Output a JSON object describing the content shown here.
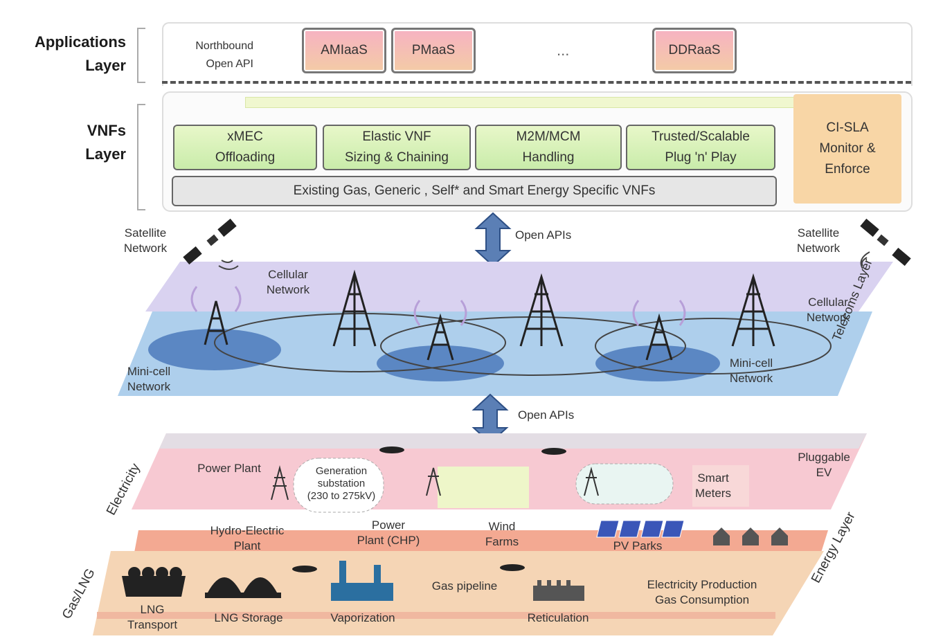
{
  "applications_layer": {
    "title_line1": "Applications",
    "title_line2": "Layer",
    "api_line1": "Northbound",
    "api_line2": "Open API",
    "services": [
      "AMIaaS",
      "PMaaS",
      "DDRaaS"
    ],
    "ellipsis": "..."
  },
  "vnfs_layer": {
    "title_line1": "VNFs",
    "title_line2": "Layer",
    "vnfs": [
      {
        "line1": "xMEC",
        "line2": "Offloading"
      },
      {
        "line1": "Elastic VNF",
        "line2": "Sizing & Chaining"
      },
      {
        "line1": "M2M/MCM",
        "line2": "Handling"
      },
      {
        "line1": "Trusted/Scalable",
        "line2": "Plug 'n' Play"
      }
    ],
    "bottom_bar": "Existing Gas, Generic , Self* and Smart Energy Specific VNFs",
    "sla_line1": "CI-SLA",
    "sla_line2": "Monitor &",
    "sla_line3": "Enforce"
  },
  "telecoms_layer": {
    "arrow_label": "Open APIs",
    "satellite_left_line1": "Satellite",
    "satellite_left_line2": "Network",
    "satellite_right_line1": "Satellite",
    "satellite_right_line2": "Network",
    "cellular_left_line1": "Cellular",
    "cellular_left_line2": "Network",
    "cellular_right_line1": "Cellular",
    "cellular_right_line2": "Network",
    "minicell_left_line1": "Mini-cell",
    "minicell_left_line2": "Network",
    "minicell_right_line1": "Mini-cell",
    "minicell_right_line2": "Network",
    "side_label": "Telecoms Layer"
  },
  "energy_layer": {
    "arrow_label": "Open APIs",
    "side_label": "Energy Layer",
    "electricity_label": "Electricity",
    "gas_label": "Gas/LNG",
    "items": {
      "power_plant": "Power Plant",
      "substation_line1": "Generation",
      "substation_line2": "substation",
      "substation_line3": "(230 to 275kV)",
      "hydro_line1": "Hydro-Electric",
      "hydro_line2": "Plant",
      "pp_line1": "Power",
      "pp_line2": "Plant (CHP)",
      "wind_line1": "Wind",
      "wind_line2": "Farms",
      "pv": "PV Parks",
      "meters_line1": "Smart",
      "meters_line2": "Meters",
      "ev_line1": "Pluggable",
      "ev_line2": "EV",
      "lng_line1": "LNG",
      "lng_line2": "Transport",
      "lng_storage": "LNG Storage",
      "vaporization": "Vaporization",
      "pipeline": "Gas pipeline",
      "reticulation": "Reticulation",
      "consumption_line1": "Electricity Production",
      "consumption_line2": "Gas Consumption"
    }
  },
  "colors": {
    "service_fill": "#f6b2c2",
    "vnf_fill": "#d6f2b8",
    "sla_fill": "#f8d6a6",
    "telecom_blue": "#aecfec",
    "telecom_purple": "#d9d2f0",
    "energy_pink": "#f7c9d2",
    "energy_salmon": "#f3a992",
    "gas_peach": "#f5d5b5"
  }
}
